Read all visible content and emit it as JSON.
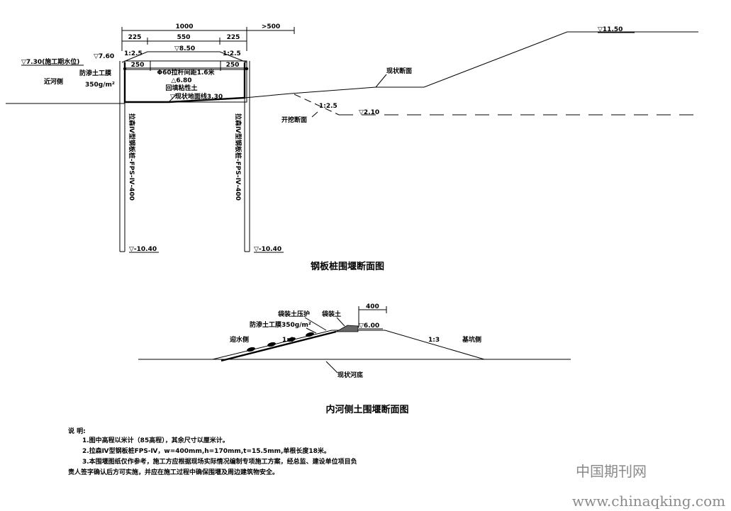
{
  "section1": {
    "title": "钢板桩围堰断面图",
    "dims": {
      "total": "1000",
      "left": "225",
      "middle": "550",
      "right": "225",
      "beyond": ">500",
      "inner_left": "250",
      "inner_right": "250"
    },
    "slopes": {
      "top_left": "1:2.5",
      "top_right": "1:2.5",
      "excavation": "1:2.5"
    },
    "elevations": {
      "far_right": "▽11.50",
      "top": "▽8.50",
      "left_top": "▽7.60",
      "water": "▽7.30(施工期水位)",
      "inner": "△6.80",
      "pit_bottom": "▽现状地面线3.30",
      "excavation": "▽2.10",
      "pile_left": "▽-10.40",
      "pile_right": "▽-10.40"
    },
    "labels": {
      "near_river": "近河侧",
      "membrane_a": "防渗土工膜",
      "membrane_b": "350g/m²",
      "tie_rod": "Φ60拉杆间距1.6米",
      "backfill": "回填粘性土",
      "existing_section": "现状断面",
      "excavation_section": "开挖断面",
      "pile_left": "拉森Ⅳ型钢板桩-FPS-Ⅳ-400",
      "pile_right": "拉森Ⅳ型钢板桩-FPS-Ⅳ-400"
    }
  },
  "section2": {
    "title": "内河侧土围堰断面图",
    "dim": "400",
    "slopes": {
      "left": "1:4",
      "right": "1:3"
    },
    "elevation": "▽6.00",
    "labels": {
      "bag_press": "袋装土压护",
      "bag_soil": "袋装土",
      "membrane": "防渗土工膜350g/m²",
      "water_side": "迎水侧",
      "pit_side": "基坑侧",
      "riverbed": "现状河底"
    }
  },
  "notes": {
    "heading": "说 明:",
    "items": [
      "1.图中高程以米计（85高程），其余尺寸以厘米计。",
      "2.拉森Ⅳ型钢板桩FPS-Ⅳ，w=400mm,h=170mm,t=15.5mm,单根长度18米。",
      "3.本围堰图纸仅作参考，施工方应根据现场实际情况编制专项施工方案，经总监、建设单位项目负",
      "责人签字确认后方可实施，并应在施工过程中确保围堰及周边建筑物安全。"
    ]
  },
  "watermark": {
    "line1": "中国期刊网",
    "line2": "www.chinaqking.com"
  }
}
